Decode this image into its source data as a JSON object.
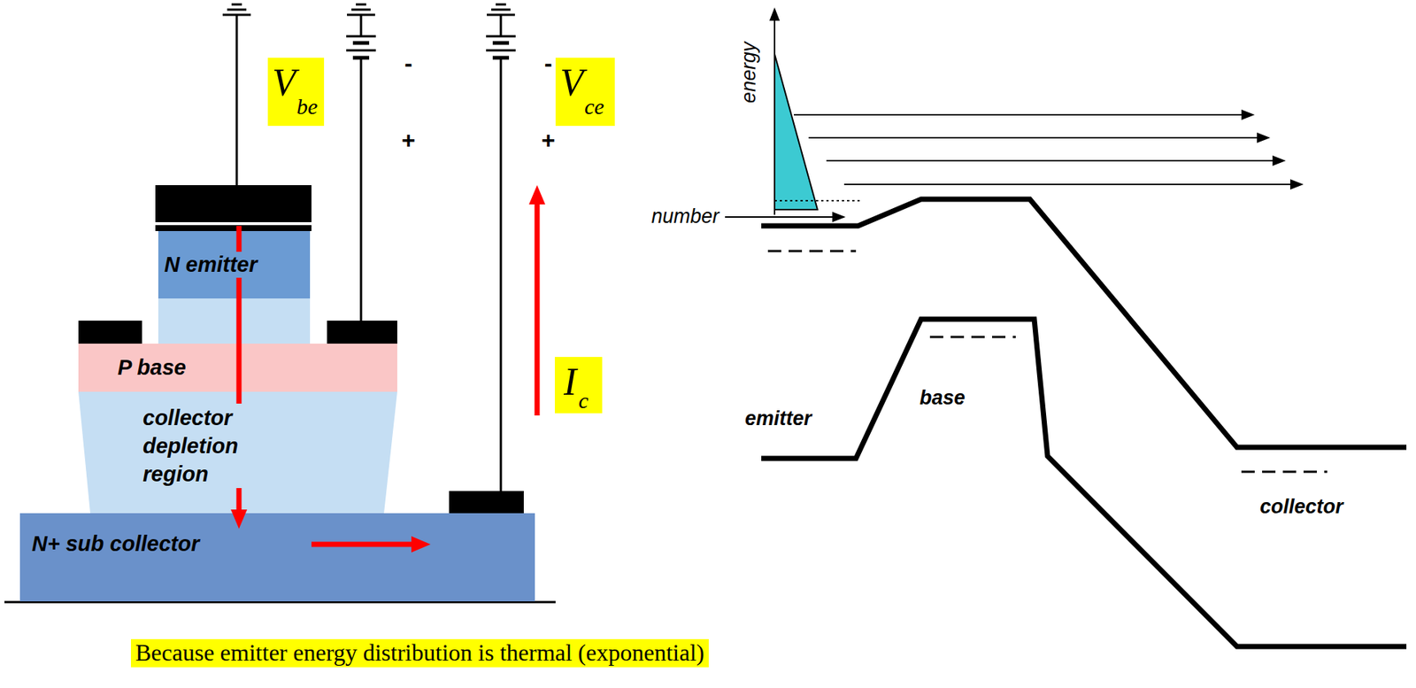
{
  "diagram": {
    "nodes": [
      {
        "text": [
          "N emitter"
        ]
      },
      {
        "text": [
          "P base"
        ]
      },
      {
        "text": [
          "collector depletion region"
        ]
      },
      {
        "text": [
          "N+ sub collector"
        ]
      }
    ],
    "labels": [
      "V",
      "be",
      "-",
      "+",
      "V",
      "ce",
      "-",
      "+",
      "I",
      "c",
      "energy",
      "number",
      "emitter",
      "base",
      "collector",
      "Because emitter energy distribution is thermal (exponential)"
    ]
  }
}
